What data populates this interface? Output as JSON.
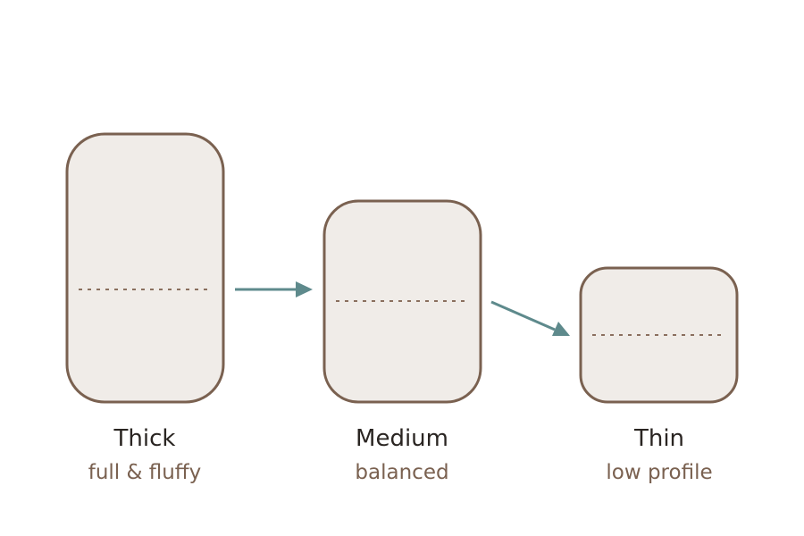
{
  "items": [
    {
      "name": "Thick",
      "description": "full & fluffy"
    },
    {
      "name": "Medium",
      "description": "balanced"
    },
    {
      "name": "Thin",
      "description": "low profile"
    }
  ],
  "colors": {
    "block_fill": "#f0ece8",
    "block_stroke": "#7a6150",
    "arrow": "#5e8a8c",
    "name_text": "#2a2522",
    "description_text": "#7a6150"
  }
}
